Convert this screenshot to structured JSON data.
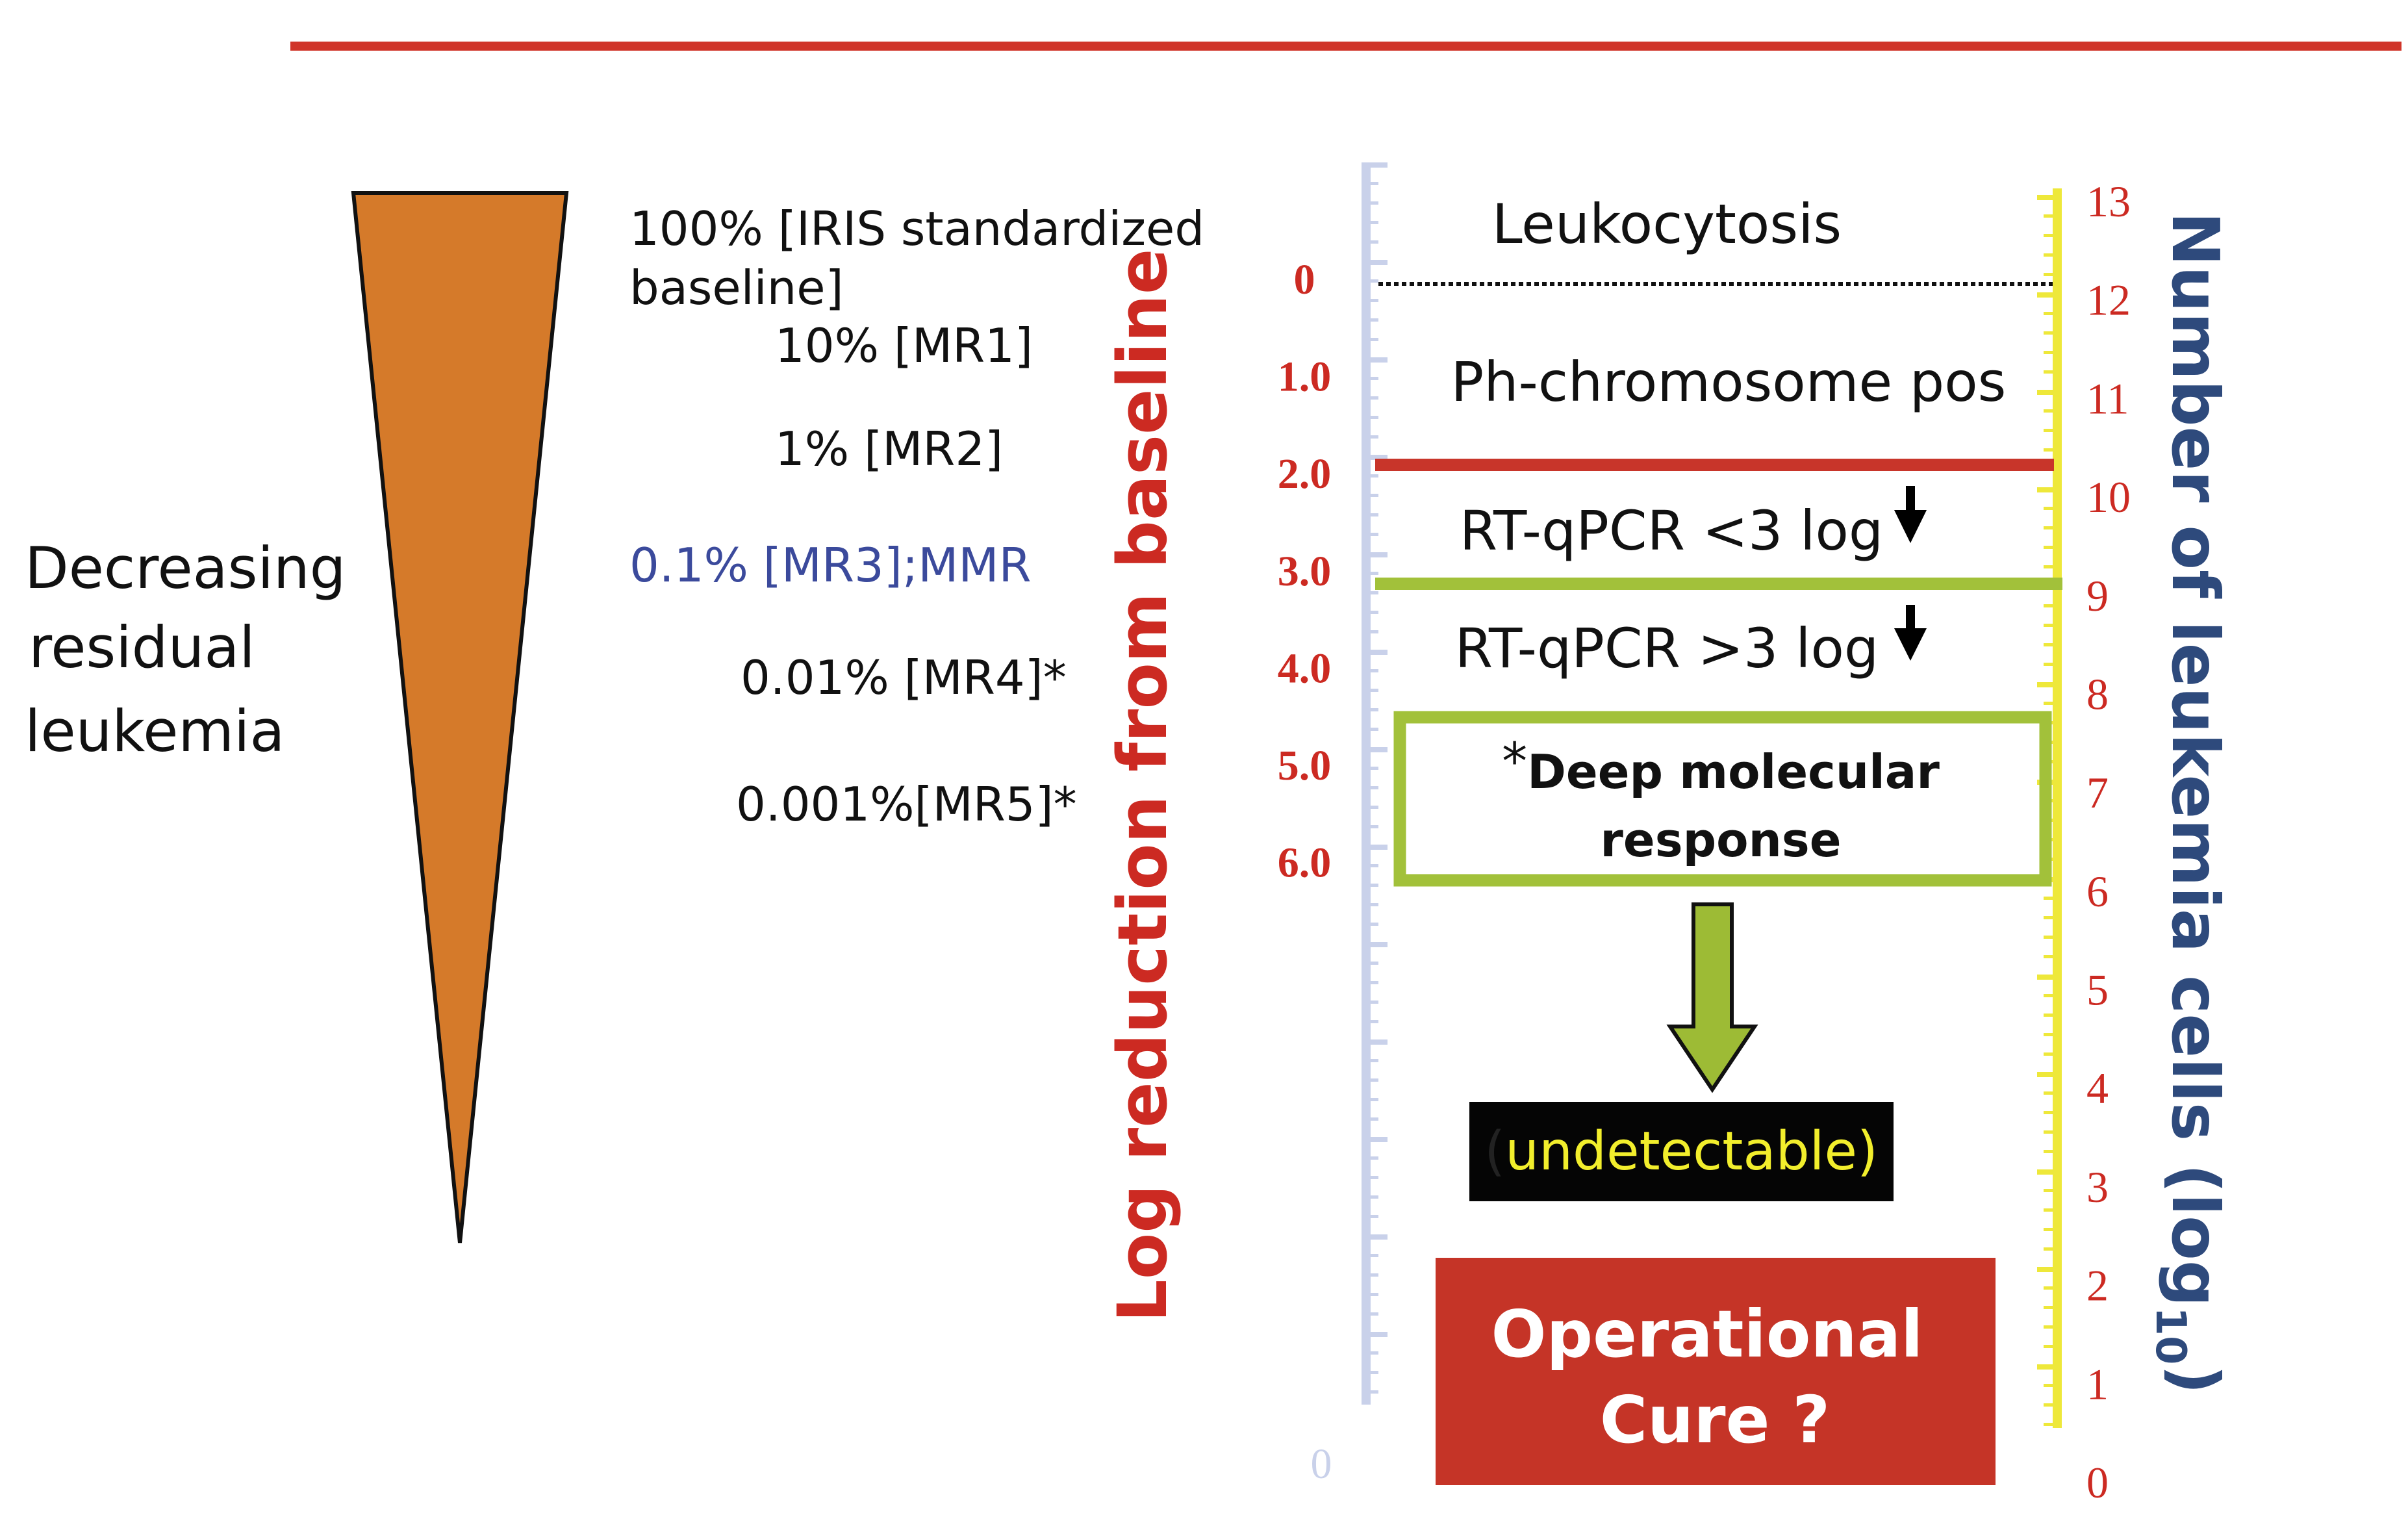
{
  "colors": {
    "top_rule": "#d0352a",
    "triangle": "#d57a2a",
    "mmr_text": "#3b4a9c",
    "left_axis_label": "#cc2a22",
    "right_axis_label": "#2e4a7c",
    "left_axis_line": "#c9d1ea",
    "right_axis_line": "#eee83a",
    "red_line": "#c8352a",
    "green": "#a2c13a",
    "cure_box": "#c53427",
    "undetectable_text": "#f2ee2c"
  },
  "left_label": [
    "Decreasing",
    "residual",
    "leukemia"
  ],
  "levels": [
    {
      "text": "100% [IRIS standardized",
      "cont": "baseline]"
    },
    {
      "text": "10% [MR1]"
    },
    {
      "text": "1% [MR2]"
    },
    {
      "text": "0.1% [MR3];MMR"
    },
    {
      "text": "0.01% [MR4]*"
    },
    {
      "text": "0.001%[MR5]*"
    }
  ],
  "left_axis": {
    "title": "Log reduction from baseline",
    "ticks": [
      "0",
      "1.0",
      "2.0",
      "3.0",
      "4.0",
      "5.0",
      "6.0"
    ],
    "bottom_label": "0"
  },
  "right_axis": {
    "title": "Number of leukemia cells (log",
    "title_sub": "10",
    "title_end": ")",
    "ticks": [
      "13",
      "12",
      "11",
      "10",
      "9",
      "8",
      "7",
      "6",
      "5",
      "4",
      "3",
      "2",
      "1",
      "0"
    ]
  },
  "zones": {
    "leukocytosis": "Leukocytosis",
    "ph_pos": "Ph-chromosome pos",
    "rt_less": "RT-qPCR <3 log",
    "rt_more": "RT-qPCR >3 log",
    "deep_star": "*",
    "deep_line1": "Deep molecular",
    "deep_line2": "response",
    "undetectable_open": "(",
    "undetectable": "undetectable)",
    "cure_line1": "Operational",
    "cure_line2": "Cure ?"
  }
}
